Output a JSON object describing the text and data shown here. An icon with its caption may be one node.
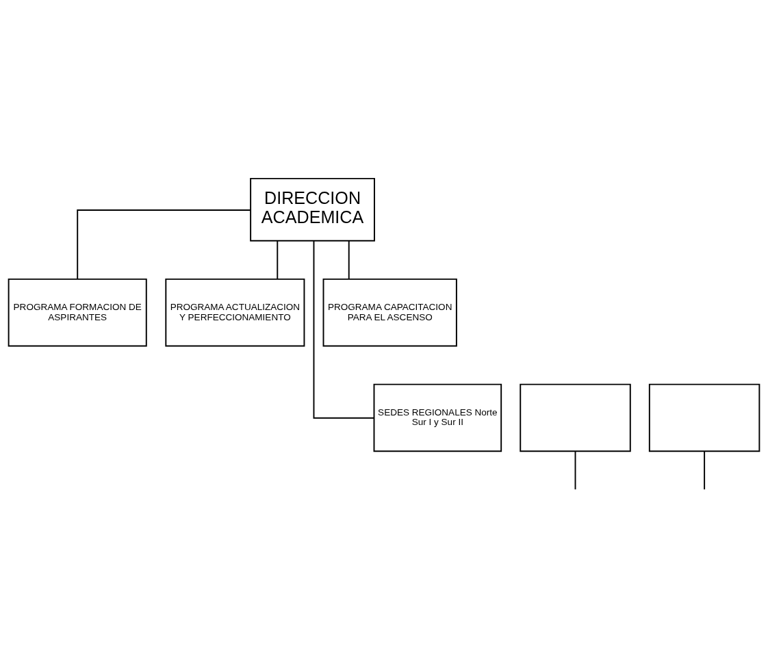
{
  "diagram": {
    "nodes": [
      {
        "text": [
          "DIRECCION ACADEMICA"
        ]
      },
      {
        "text": [
          "PROGRAMA FORMACION DE ASPIRANTES"
        ]
      },
      {
        "text": [
          "PROGRAMA ACTUALIZACION Y PERFECCIONAMIENTO"
        ]
      },
      {
        "text": [
          "PROGRAMA CAPACITACION PARA EL ASCENSO"
        ]
      },
      {
        "text": [
          "SEDES REGIONALES Norte Sur I y Sur II"
        ]
      },
      {
        "text": [],
        "shape": "box"
      },
      {
        "text": [],
        "shape": "box"
      }
    ],
    "edges": [
      {
        "from": 0,
        "to": 1,
        "arrow": "none"
      },
      {
        "from": 0,
        "to": 2,
        "arrow": "none"
      },
      {
        "from": 0,
        "to": 4,
        "arrow": "none"
      },
      {
        "from": 0,
        "to": 3,
        "arrow": "none"
      },
      {
        "from": 5,
        "to": null,
        "arrow": "none"
      },
      {
        "from": 6,
        "to": null,
        "arrow": "none"
      }
    ]
  }
}
